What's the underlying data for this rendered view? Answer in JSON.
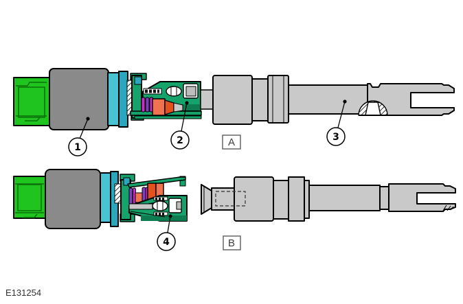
{
  "figure": {
    "code": "E131254"
  },
  "labels": {
    "section_a": "A",
    "section_b": "B"
  },
  "callouts": {
    "c1": "1",
    "c2": "2",
    "c3": "3",
    "c4": "4"
  },
  "colors": {
    "connector_green": "#1fc41f",
    "connector_green_dark": "#0a6e0a",
    "boot_gray": "#8a8a8a",
    "teal": "#2ba7bd",
    "teal_light": "#49c2d2",
    "housing_green": "#15a36b",
    "housing_green_dark": "#0d7c50",
    "spring_magenta": "#c52fc5",
    "spring_purple": "#7f3fbf",
    "damper_orange": "#f0734f",
    "damper_orange_dark": "#e3511f",
    "shaft_gray": "#c9c9c9"
  }
}
